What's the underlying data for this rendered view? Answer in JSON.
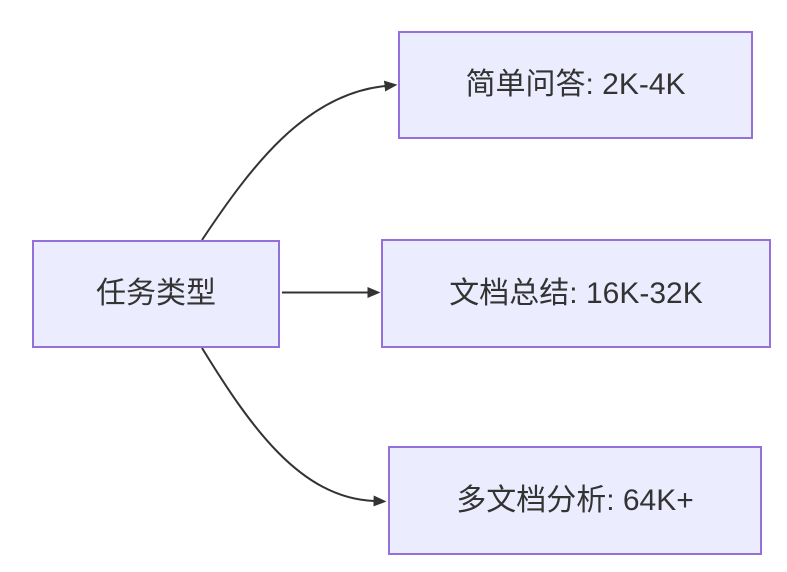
{
  "diagram": {
    "type": "flowchart-left-to-right",
    "root": {
      "label": "任务类型"
    },
    "branches": [
      {
        "label": "简单问答: 2K-4K"
      },
      {
        "label": "文档总结: 16K-32K"
      },
      {
        "label": "多文档分析: 64K+"
      }
    ],
    "edges": [
      {
        "from": "任务类型",
        "to": "简单问答: 2K-4K"
      },
      {
        "from": "任务类型",
        "to": "文档总结: 16K-32K"
      },
      {
        "from": "任务类型",
        "to": "多文档分析: 64K+"
      }
    ],
    "colors": {
      "node_fill": "#ECECFF",
      "node_border": "#9370DB",
      "edge_stroke": "#333333",
      "text": "#333333",
      "background": "#FFFFFF"
    }
  }
}
